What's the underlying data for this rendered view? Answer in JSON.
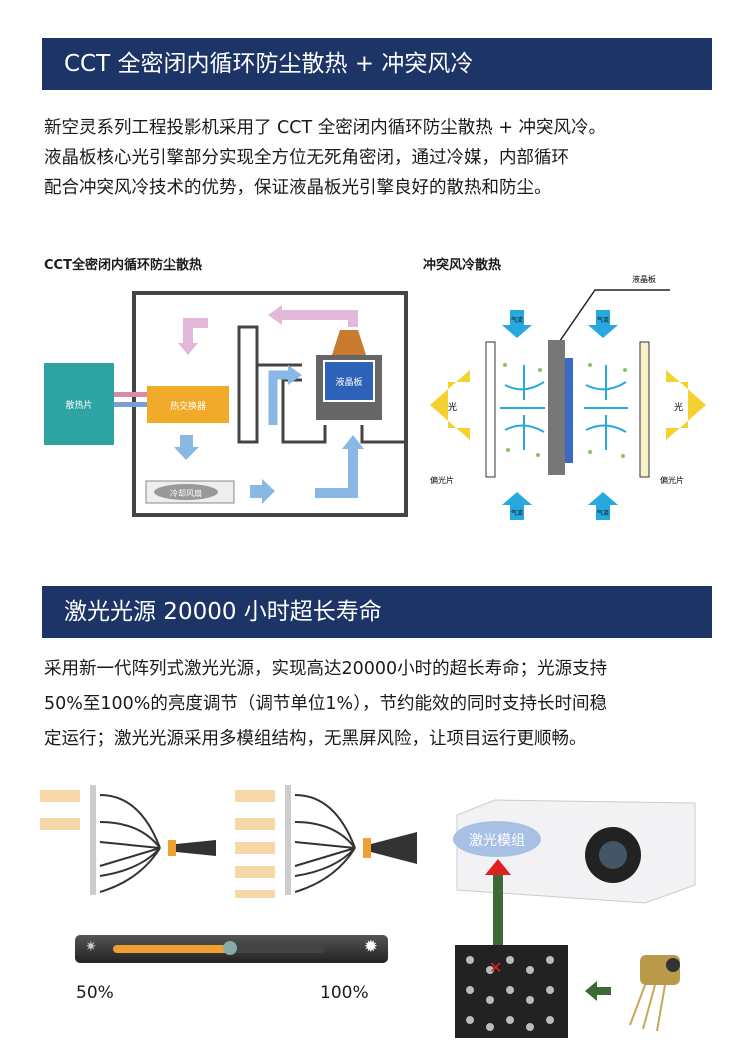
{
  "section1": {
    "title": "CCT 全密闭内循环防尘散热 + 冲突风冷",
    "lines": [
      "新空灵系列工程投影机采用了 CCT 全密闭内循环防尘散热 + 冲突风冷。",
      "液晶板核心光引擎部分实现全方位无死角密闭，通过冷媒，内部循环",
      "配合冲突风冷技术的优势，保证液晶板光引擎良好的散热和防尘。"
    ]
  },
  "diagram1": {
    "title": "CCT全密闭内循环防尘散热",
    "heatsink": "散热片",
    "exchanger": "热交换器",
    "fan": "冷却风扇",
    "lcd": "液晶板"
  },
  "diagram2": {
    "title": "冲突风冷散热",
    "lcd": "液晶板",
    "airflow": "气流",
    "light": "光",
    "polarizer": "偏光片"
  },
  "section2": {
    "title": "激光光源 20000 小时超长寿命",
    "lines": [
      "采用新一代阵列式激光光源，实现高达20000小时的超长寿命；光源支持",
      "50%至100%的亮度调节（调节单位1%），节约能效的同时支持长时间稳",
      "定运行；激光光源采用多模组结构，无黑屏风险，让项目运行更顺畅。"
    ]
  },
  "brightness": {
    "min_label": "50%",
    "max_label": "100%",
    "level_fraction": 0.55
  },
  "projector": {
    "module_label": "激光模组"
  },
  "colors": {
    "header": "#1c3466",
    "accent_orange": "#f0a030"
  }
}
